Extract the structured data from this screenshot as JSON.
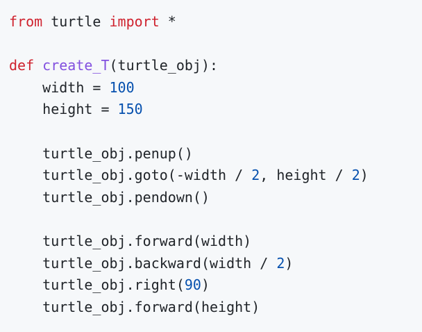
{
  "colors": {
    "background": "#f6f8fa",
    "text": "#1f2328",
    "keyword": "#cf222e",
    "function_name": "#8250df",
    "number": "#0550ae"
  },
  "code": {
    "language": "python",
    "lines": [
      [
        {
          "t": "from",
          "k": "keyword"
        },
        {
          "t": " turtle ",
          "k": "plain"
        },
        {
          "t": "import",
          "k": "keyword"
        },
        {
          "t": " *",
          "k": "plain"
        }
      ],
      [],
      [
        {
          "t": "def",
          "k": "keyword"
        },
        {
          "t": " ",
          "k": "plain"
        },
        {
          "t": "create_T",
          "k": "func"
        },
        {
          "t": "(turtle_obj):",
          "k": "plain"
        }
      ],
      [
        {
          "t": "    width = ",
          "k": "plain"
        },
        {
          "t": "100",
          "k": "number"
        }
      ],
      [
        {
          "t": "    height = ",
          "k": "plain"
        },
        {
          "t": "150",
          "k": "number"
        }
      ],
      [],
      [
        {
          "t": "    turtle_obj.penup()",
          "k": "plain"
        }
      ],
      [
        {
          "t": "    turtle_obj.goto(-width / ",
          "k": "plain"
        },
        {
          "t": "2",
          "k": "number"
        },
        {
          "t": ", height / ",
          "k": "plain"
        },
        {
          "t": "2",
          "k": "number"
        },
        {
          "t": ")",
          "k": "plain"
        }
      ],
      [
        {
          "t": "    turtle_obj.pendown()",
          "k": "plain"
        }
      ],
      [],
      [
        {
          "t": "    turtle_obj.forward(width)",
          "k": "plain"
        }
      ],
      [
        {
          "t": "    turtle_obj.backward(width / ",
          "k": "plain"
        },
        {
          "t": "2",
          "k": "number"
        },
        {
          "t": ")",
          "k": "plain"
        }
      ],
      [
        {
          "t": "    turtle_obj.right(",
          "k": "plain"
        },
        {
          "t": "90",
          "k": "number"
        },
        {
          "t": ")",
          "k": "plain"
        }
      ],
      [
        {
          "t": "    turtle_obj.forward(height)",
          "k": "plain"
        }
      ]
    ]
  }
}
